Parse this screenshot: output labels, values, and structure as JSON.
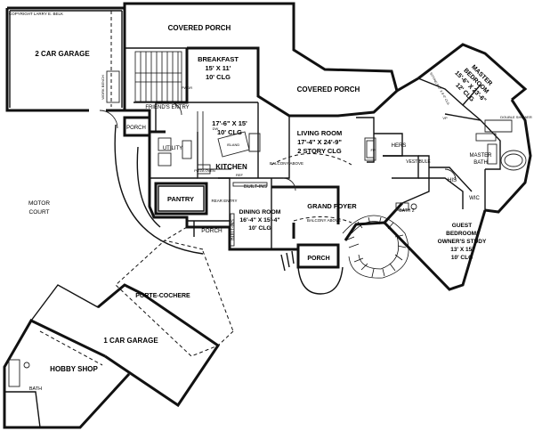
{
  "copyright": "COPYRIGHT LARRY E. BELK",
  "rooms": [
    {
      "key": "two-car-garage",
      "lines": [
        "2 CAR GARAGE"
      ]
    },
    {
      "key": "covered-porch-top",
      "lines": [
        "COVERED PORCH"
      ]
    },
    {
      "key": "breakfast",
      "lines": [
        "BREAKFAST",
        "15' X 11'",
        "10' CLG"
      ]
    },
    {
      "key": "covered-porch-right",
      "lines": [
        "COVERED PORCH"
      ]
    },
    {
      "key": "master-bedroom",
      "lines": [
        "MASTER",
        "BEDROOM",
        "15'-6\" X 23'-6\"",
        "12' CLG"
      ]
    },
    {
      "key": "kitchen-dims",
      "lines": [
        "17'-6\" X 15'",
        "10' CLG"
      ]
    },
    {
      "key": "kitchen",
      "lines": [
        "KITCHEN"
      ]
    },
    {
      "key": "living-room",
      "lines": [
        "LIVING ROOM",
        "17'-4\" X 24'-9\"",
        "2 STORY CLG"
      ]
    },
    {
      "key": "porch-left",
      "lines": [
        "PORCH"
      ]
    },
    {
      "key": "utility",
      "lines": [
        "UTILITY"
      ]
    },
    {
      "key": "friends-entry",
      "lines": [
        "FRIEND'S ENTRY"
      ]
    },
    {
      "key": "master-bath",
      "lines": [
        "MASTER",
        "BATH"
      ]
    },
    {
      "key": "hers",
      "lines": [
        "HERS"
      ]
    },
    {
      "key": "his",
      "lines": [
        "HIS"
      ]
    },
    {
      "key": "wic",
      "lines": [
        "WIC"
      ]
    },
    {
      "key": "vestibule",
      "lines": [
        "VESTIBULE"
      ]
    },
    {
      "key": "motor-court",
      "lines": [
        "MOTOR",
        "COURT"
      ]
    },
    {
      "key": "pantry",
      "lines": [
        "PANTRY"
      ]
    },
    {
      "key": "rear-entry",
      "lines": [
        "REAR ENTRY"
      ]
    },
    {
      "key": "built-ins-top",
      "lines": [
        "BUILT-INS"
      ]
    },
    {
      "key": "grand-foyer",
      "lines": [
        "GRAND FOYER"
      ]
    },
    {
      "key": "dining-room",
      "lines": [
        "DINING ROOM",
        "16'-4\" X 15'-4\"",
        "10' CLG"
      ]
    },
    {
      "key": "porch-mid",
      "lines": [
        "PORCH"
      ]
    },
    {
      "key": "built-ins-side",
      "lines": [
        "BUILT-INS"
      ]
    },
    {
      "key": "bath-2",
      "lines": [
        "BATH 2"
      ]
    },
    {
      "key": "guest-bedroom",
      "lines": [
        "GUEST",
        "BEDROOM/",
        "OWNER'S STUDY",
        "13' X 15'",
        "10' CLG"
      ]
    },
    {
      "key": "porch-front",
      "lines": [
        "PORCH"
      ]
    },
    {
      "key": "porte-cochere",
      "lines": [
        "PORTE-COCHERE"
      ]
    },
    {
      "key": "one-car-garage",
      "lines": [
        "1 CAR GARAGE"
      ]
    },
    {
      "key": "hobby-shop",
      "lines": [
        "HOBBY SHOP"
      ]
    },
    {
      "key": "bath-hobby",
      "lines": [
        "BATH"
      ]
    }
  ],
  "notes": [
    {
      "key": "balcony-above-1",
      "text": "BALCONY ABOVE"
    },
    {
      "key": "balcony-above-2",
      "text": "BALCONY ABOVE"
    },
    {
      "key": "island",
      "text": "ISLAND"
    },
    {
      "key": "pizza-oven",
      "text": "PIZZA OVEN"
    },
    {
      "key": "work-bench",
      "text": "WORK BENCH"
    },
    {
      "key": "double-shower",
      "text": "DOUBLE SHOWER"
    },
    {
      "key": "sitting-area",
      "text": "SITTING 9'-0\" X 9'-0\" CLG"
    },
    {
      "key": "fp",
      "text": "FP"
    },
    {
      "key": "ref",
      "text": "REF"
    },
    {
      "key": "pwdr",
      "text": "PWDR"
    },
    {
      "key": "dw",
      "text": "DW"
    },
    {
      "key": "vp",
      "text": "VP"
    }
  ]
}
